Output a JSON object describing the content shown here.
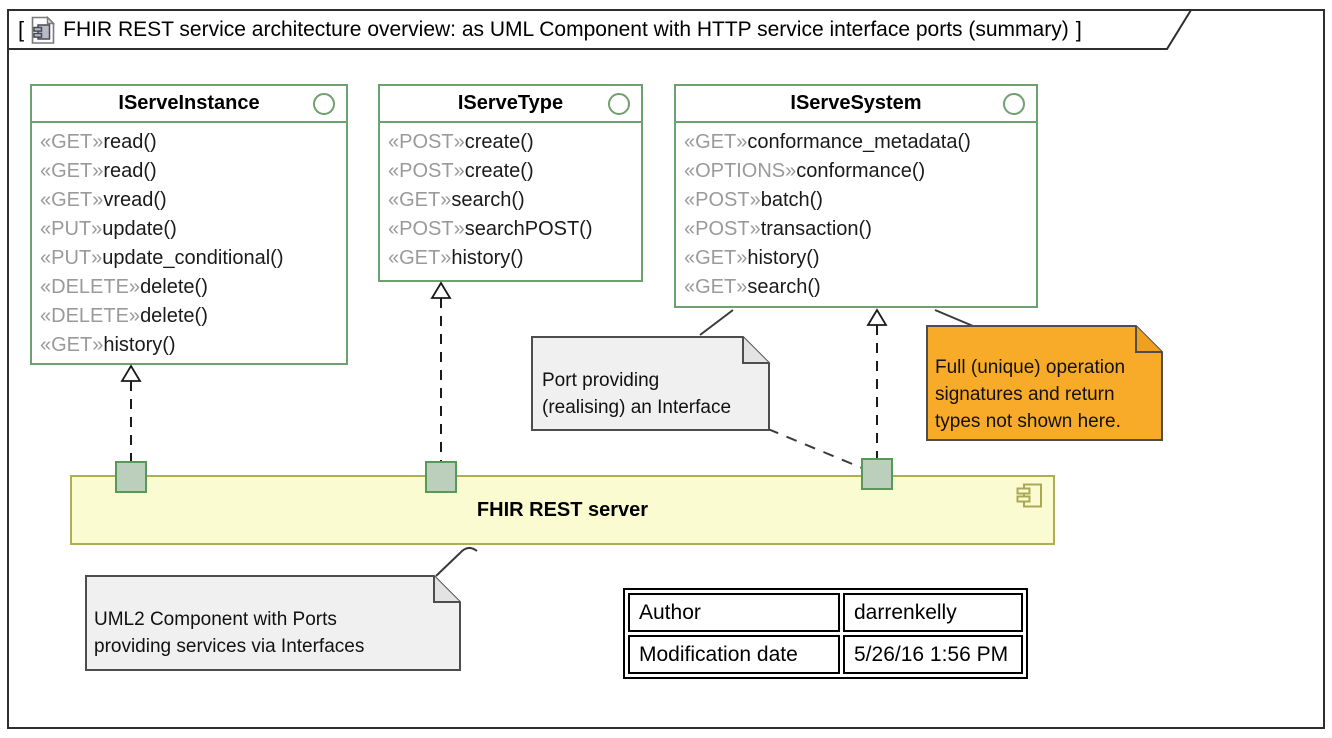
{
  "frame": {
    "bracket_open": "[",
    "title": "FHIR REST service architecture overview: as UML Component with HTTP service interface ports (summary)",
    "bracket_close": "]"
  },
  "interfaces": [
    {
      "name": "IServeInstance",
      "methods": [
        {
          "stereotype": "«GET»",
          "name": "read()"
        },
        {
          "stereotype": "«GET»",
          "name": "read()"
        },
        {
          "stereotype": "«GET»",
          "name": "vread()"
        },
        {
          "stereotype": "«PUT»",
          "name": "update()"
        },
        {
          "stereotype": "«PUT»",
          "name": "update_conditional()"
        },
        {
          "stereotype": "«DELETE»",
          "name": "delete()"
        },
        {
          "stereotype": "«DELETE»",
          "name": "delete()"
        },
        {
          "stereotype": "«GET»",
          "name": "history()"
        }
      ]
    },
    {
      "name": "IServeType",
      "methods": [
        {
          "stereotype": "«POST»",
          "name": "create()"
        },
        {
          "stereotype": "«POST»",
          "name": "create()"
        },
        {
          "stereotype": "«GET»",
          "name": "search()"
        },
        {
          "stereotype": "«POST»",
          "name": "searchPOST()"
        },
        {
          "stereotype": "«GET»",
          "name": "history()"
        }
      ]
    },
    {
      "name": "IServeSystem",
      "methods": [
        {
          "stereotype": "«GET»",
          "name": "conformance_metadata()"
        },
        {
          "stereotype": "«OPTIONS»",
          "name": "conformance()"
        },
        {
          "stereotype": "«POST»",
          "name": "batch()"
        },
        {
          "stereotype": "«POST»",
          "name": "transaction()"
        },
        {
          "stereotype": "«GET»",
          "name": "history()"
        },
        {
          "stereotype": "«GET»",
          "name": "search()"
        }
      ]
    }
  ],
  "component": {
    "label": "FHIR REST server"
  },
  "notes": {
    "port_note": {
      "lines": [
        "Port providing",
        "(realising) an Interface"
      ]
    },
    "signature_note": {
      "lines": [
        "Full (unique) operation",
        "signatures and return",
        "types not shown here."
      ]
    },
    "component_note": {
      "lines": [
        "UML2 Component with Ports",
        "providing services via Interfaces"
      ]
    }
  },
  "metadata_table": {
    "rows": [
      {
        "label": "Author",
        "value": "darrenkelly"
      },
      {
        "label": "Modification date",
        "value": "5/26/16 1:56 PM"
      }
    ]
  },
  "colors": {
    "interface_border": "#6fa06f",
    "stereotype_text": "#9a9a9a",
    "method_text": "#1a1a1a",
    "component_fill": "#fbfbd2",
    "component_border": "#aeae57",
    "port_fill": "#bccfbc",
    "port_border": "#579a57",
    "note_gray_fill": "#f0f0f0",
    "note_orange_fill": "#f8ab28",
    "note_border": "#4d4d4d",
    "frame_border": "#2e2e2e"
  }
}
